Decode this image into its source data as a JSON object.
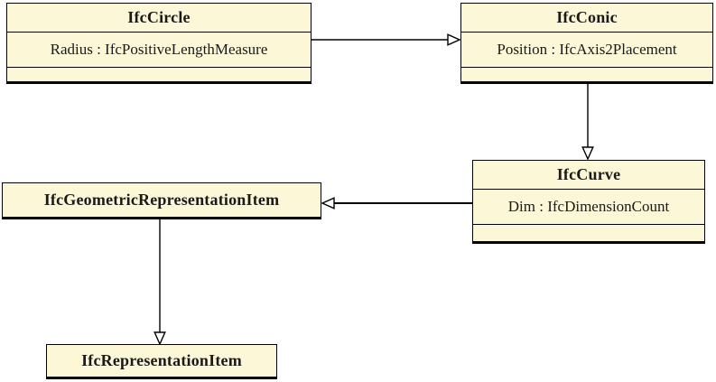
{
  "diagram": {
    "type": "uml-class-diagram",
    "subject": "IFC entity inheritance",
    "classes": [
      {
        "name": "IfcCircle",
        "title": "IfcCircle",
        "attributes": [
          "Radius : IfcPositiveLengthMeasure"
        ],
        "operations": []
      },
      {
        "name": "IfcConic",
        "title": "IfcConic",
        "attributes": [
          "Position : IfcAxis2Placement"
        ],
        "operations": []
      },
      {
        "name": "IfcCurve",
        "title": "IfcCurve",
        "attributes": [
          "Dim : IfcDimensionCount"
        ],
        "operations": []
      },
      {
        "name": "IfcGeometricRepresentationItem",
        "title": "IfcGeometricRepresentationItem",
        "attributes": [],
        "operations": []
      },
      {
        "name": "IfcRepresentationItem",
        "title": "IfcRepresentationItem",
        "attributes": [],
        "operations": []
      }
    ],
    "relationships": [
      {
        "type": "generalization",
        "from": "IfcCircle",
        "to": "IfcConic"
      },
      {
        "type": "generalization",
        "from": "IfcConic",
        "to": "IfcCurve"
      },
      {
        "type": "generalization",
        "from": "IfcCurve",
        "to": "IfcGeometricRepresentationItem"
      },
      {
        "type": "generalization",
        "from": "IfcGeometricRepresentationItem",
        "to": "IfcRepresentationItem"
      }
    ],
    "colors": {
      "box_fill": "#fcf8d7",
      "box_border": "#000000",
      "background": "#ffffff"
    }
  }
}
